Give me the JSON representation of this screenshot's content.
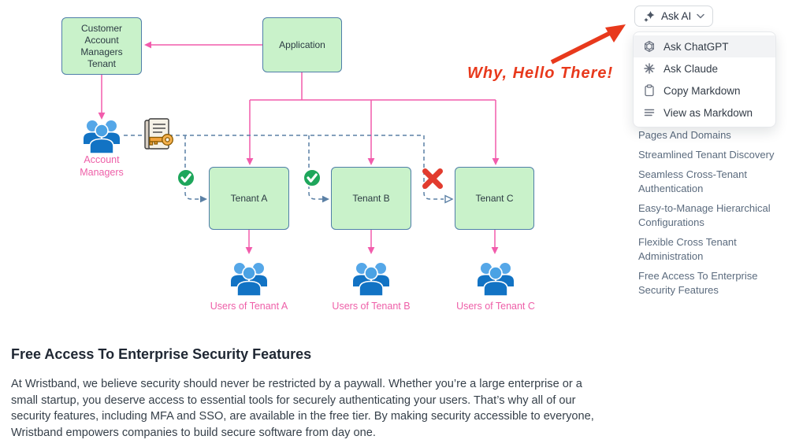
{
  "ask_ai": {
    "button_label": "Ask AI",
    "menu": [
      {
        "label": "Ask ChatGPT",
        "icon": "openai-icon"
      },
      {
        "label": "Ask Claude",
        "icon": "claude-icon"
      },
      {
        "label": "Copy Markdown",
        "icon": "clipboard-icon"
      },
      {
        "label": "View as Markdown",
        "icon": "lines-icon"
      }
    ]
  },
  "toc": {
    "items": [
      "Pages And Domains",
      "Streamlined Tenant Discovery",
      "Seamless Cross-Tenant Authentication",
      "Easy-to-Manage Hierarchical Configurations",
      "Flexible Cross Tenant Administration",
      "Free Access To Enterprise Security Features"
    ]
  },
  "annotation": {
    "text": "Why, Hello There!",
    "color": "#e8391c"
  },
  "diagram": {
    "nodes": {
      "customer_account_managers_tenant": "Customer Account Managers Tenant",
      "application": "Application",
      "tenant_a": "Tenant A",
      "tenant_b": "Tenant B",
      "tenant_c": "Tenant C"
    },
    "labels": {
      "account_managers": "Account Managers",
      "users_a": "Users of Tenant A",
      "users_b": "Users of Tenant B",
      "users_c": "Users of Tenant C"
    },
    "colors": {
      "node_fill": "#c9f2ca",
      "node_border": "#4f7ea8",
      "link_pink": "#f25cac",
      "dashed_blue": "#5b80a5",
      "check_green": "#1ea65b",
      "cross_red": "#e23b2e",
      "people_dark": "#1273c4",
      "people_light": "#55a7e8",
      "key_orange": "#f2a33c"
    }
  },
  "article": {
    "heading": "Free Access To Enterprise Security Features",
    "paragraph": "At Wristband, we believe security should never be restricted by a paywall. Whether you’re a large enterprise or a small startup, you deserve access to essential tools for securely authenticating your users. That’s why all of our security features, including MFA and SSO, are available in the free tier. By making security accessible to everyone, Wristband empowers companies to build secure software from day one."
  }
}
